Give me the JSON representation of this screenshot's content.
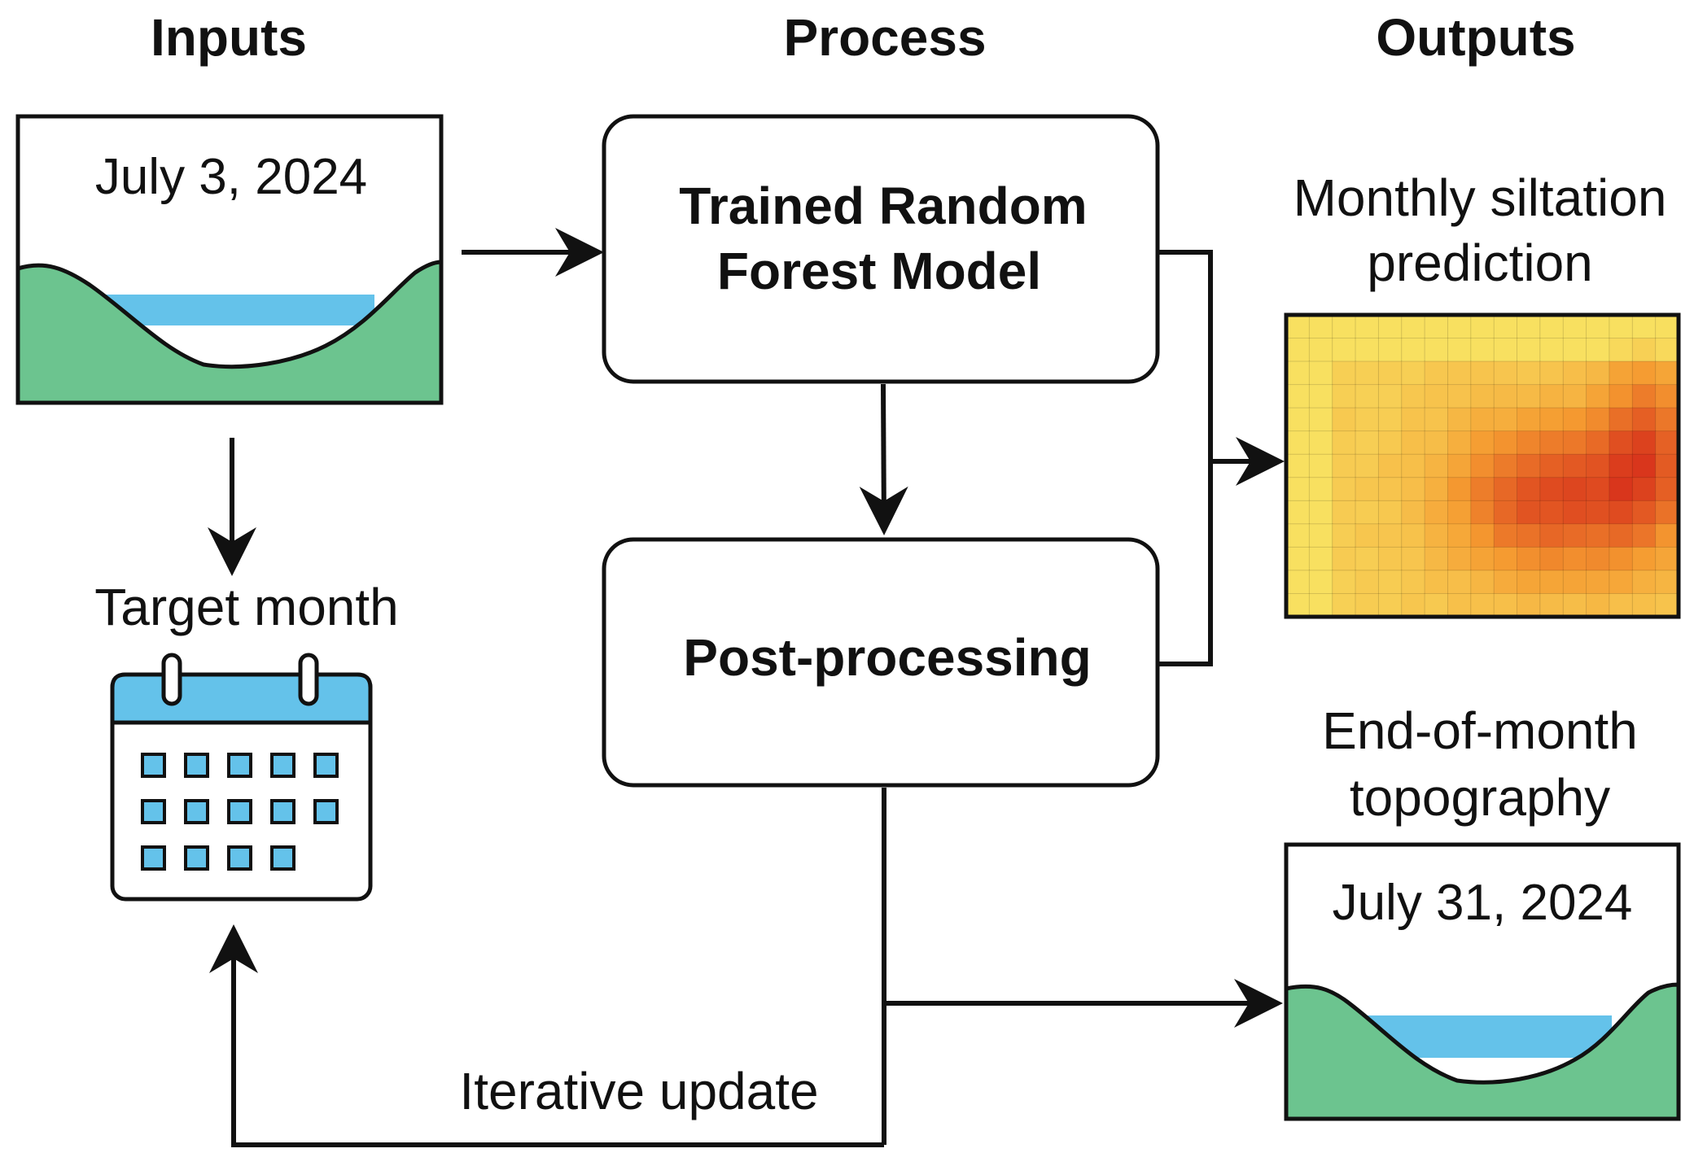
{
  "columns": {
    "inputs": "Inputs",
    "process": "Process",
    "outputs": "Outputs"
  },
  "inputs": {
    "topography_date": "July 3, 2024",
    "target_month_label": "Target month"
  },
  "process": {
    "model_line1": "Trained Random",
    "model_line2": "Forest Model",
    "postprocessing": "Post-processing"
  },
  "outputs": {
    "siltation_line1": "Monthly siltation",
    "siltation_line2": "prediction",
    "topography_line1": "End-of-month",
    "topography_line2": "topography",
    "topography_date": "July 31, 2024"
  },
  "loop_label": "Iterative update",
  "colors": {
    "terrain": "#6cc48f",
    "water": "#64c2ea",
    "calendar_accent": "#64c2ea",
    "heatmap_low": "#f8e060",
    "heatmap_mid": "#f59a30",
    "heatmap_high": "#d9361c"
  }
}
